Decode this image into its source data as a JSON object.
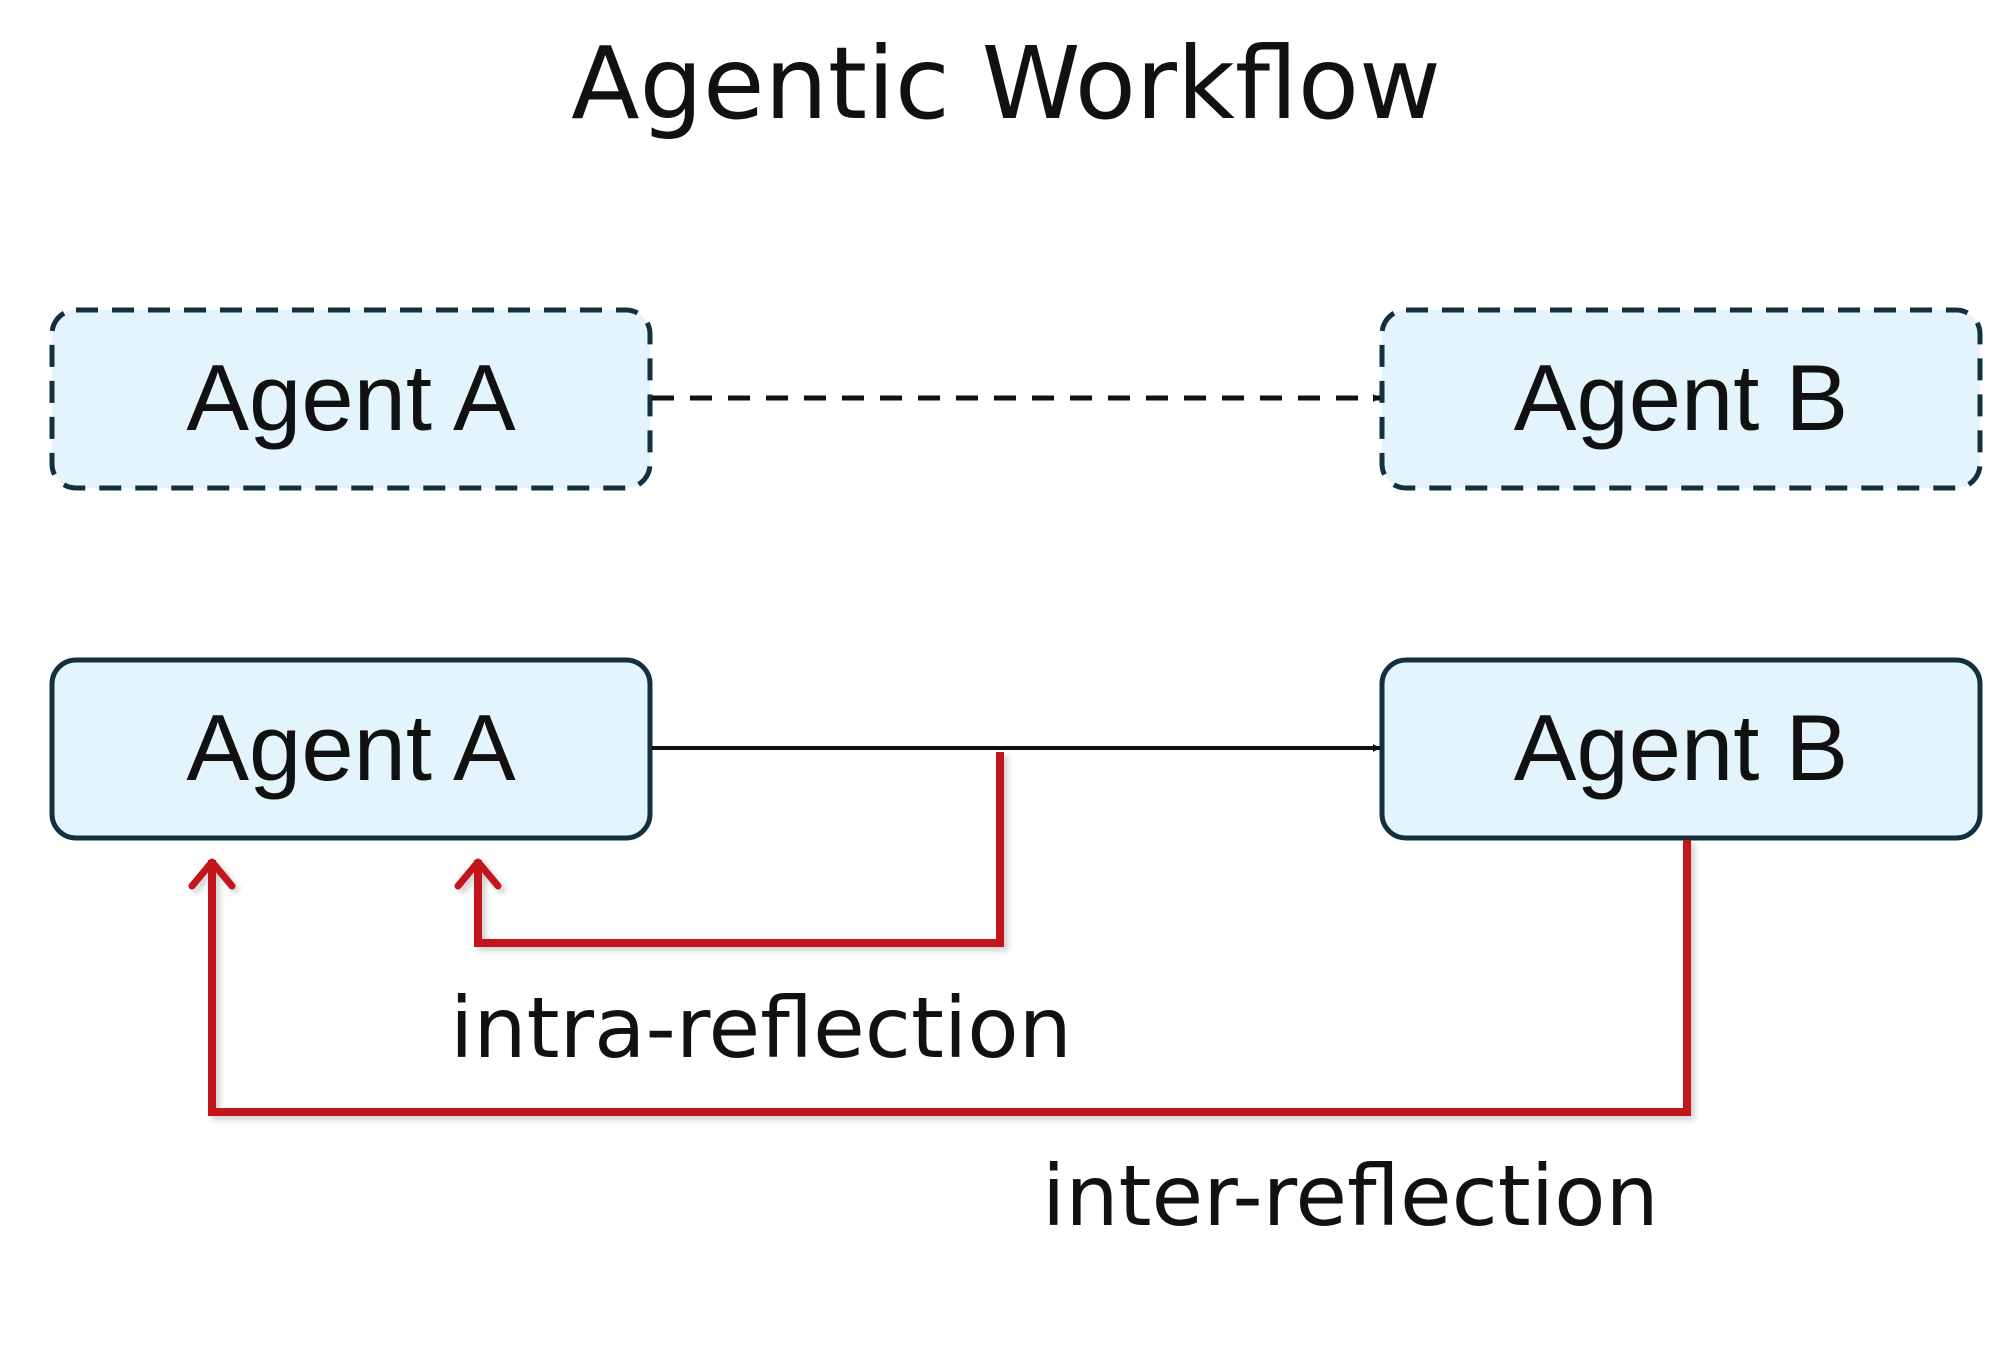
{
  "title": "Agentic Workflow",
  "colors": {
    "node_fill": "#e3f4fc",
    "node_stroke": "#13303f",
    "flow": "#111111",
    "reflection": "#c3141b"
  },
  "rows": [
    {
      "style": "dashed",
      "agent_a": "Agent A",
      "agent_b": "Agent B"
    },
    {
      "style": "solid",
      "agent_a": "Agent A",
      "agent_b": "Agent B"
    }
  ],
  "labels": {
    "intra_reflection": "intra-reflection",
    "inter_reflection": "inter-reflection"
  }
}
